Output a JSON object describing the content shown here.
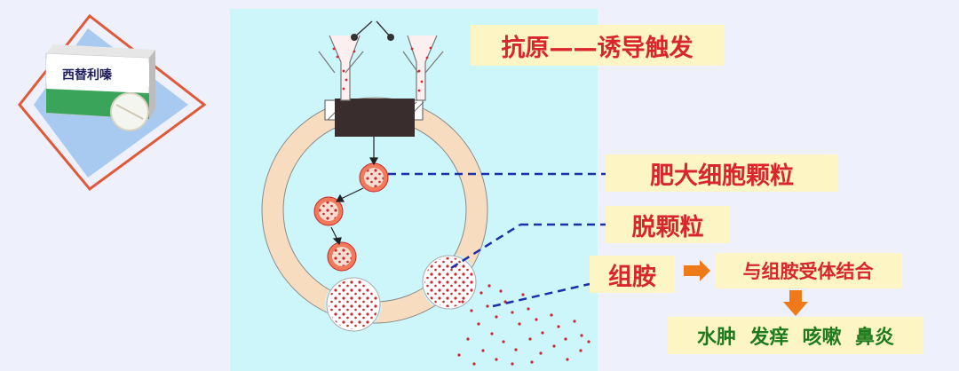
{
  "drug": {
    "name": "西替利嗪"
  },
  "labels": {
    "title": "抗原——诱导触发",
    "mast_cell": "肥大细胞颗粒",
    "degranulation": "脱颗粒",
    "histamine": "组胺",
    "receptor": "与组胺受体结合",
    "symptoms": "水肿  发痒  咳嗽  鼻炎"
  },
  "colors": {
    "title_red": "#d8262b",
    "symptom_green": "#1f7a1f",
    "label_bg": "#fdf6c4",
    "arrow_orange": "#f07a1a",
    "dash_blue": "#1c2ea8",
    "cell_ring": "#f8dcc0",
    "panel_bg": "#cdf6fb"
  },
  "icons": [
    "drug-box-icon",
    "pill-icon",
    "antibody-icon",
    "orange-arrow-right-icon",
    "orange-arrow-down-icon"
  ]
}
